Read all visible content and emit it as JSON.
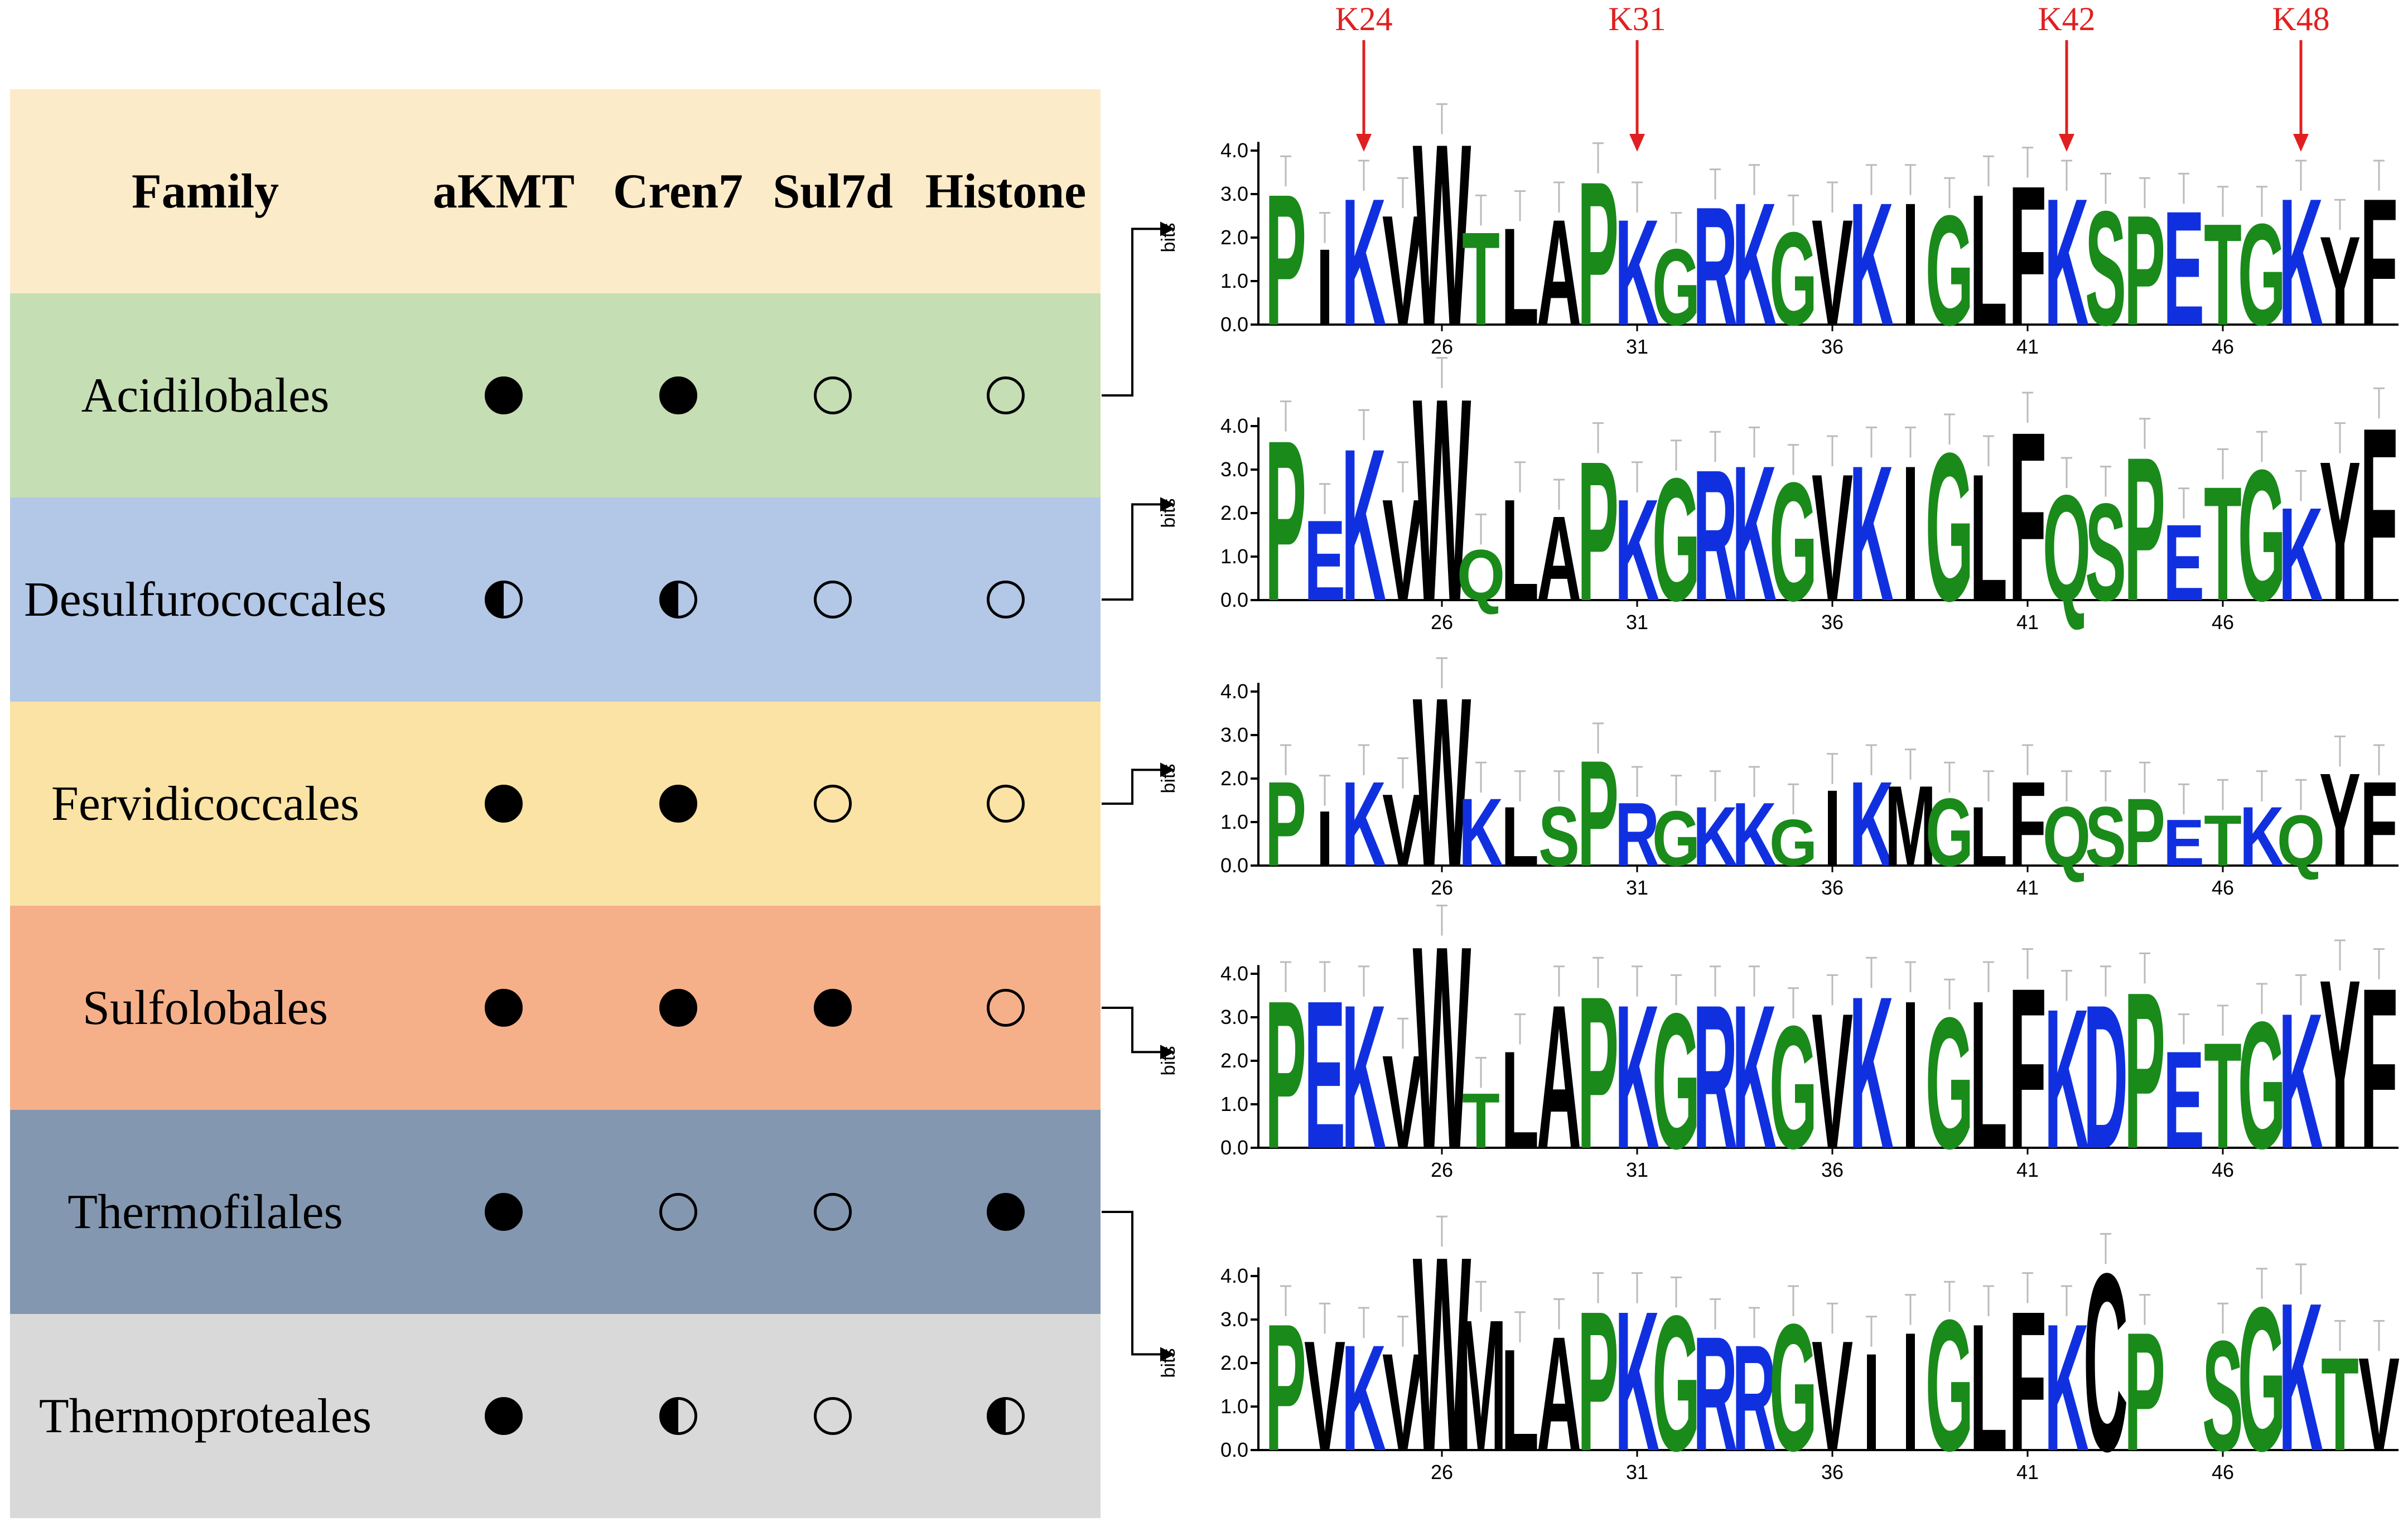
{
  "table": {
    "headers": [
      "Family",
      "aKMT",
      "Cren7",
      "Sul7d",
      "Histone"
    ],
    "rows": [
      {
        "family": "Acidilobales",
        "color": "#c5deb4",
        "marks": [
          "full",
          "full",
          "empty",
          "empty"
        ]
      },
      {
        "family": "Desulfurococcales",
        "color": "#b3c7e6",
        "marks": [
          "half",
          "half",
          "empty",
          "empty"
        ]
      },
      {
        "family": "Fervidicoccales",
        "color": "#fbe3a5",
        "marks": [
          "full",
          "full",
          "empty",
          "empty"
        ]
      },
      {
        "family": "Sulfolobales",
        "color": "#f5b08a",
        "marks": [
          "full",
          "full",
          "full",
          "empty"
        ]
      },
      {
        "family": "Thermofilales",
        "color": "#8497b0",
        "marks": [
          "full",
          "empty",
          "empty",
          "full"
        ]
      },
      {
        "family": "Thermoproteales",
        "color": "#d9d9d9",
        "marks": [
          "full",
          "half",
          "empty",
          "half"
        ]
      }
    ],
    "header_color": "#fcebc9"
  },
  "markers": [
    {
      "label": "K24",
      "position": 24
    },
    {
      "label": "K31",
      "position": 31
    },
    {
      "label": "K42",
      "position": 42
    },
    {
      "label": "K48",
      "position": 48
    }
  ],
  "logo": {
    "axis_label": "bits",
    "y_ticks": [
      "0.0",
      "1.0",
      "2.0",
      "3.0",
      "4.0"
    ],
    "x_ticks": [
      "26",
      "31",
      "36",
      "41",
      "46"
    ],
    "start_position": 22,
    "colors": {
      "hydrophobic": "#000000",
      "basic": "#1030e0",
      "polar": "#1a8a1a",
      "acidic": "#1030e0"
    },
    "logos": [
      {
        "consensus": "PIKVWTLAPKGRKGVKIGLFKSPETGKYF",
        "heights": [
          3.1,
          1.8,
          3.0,
          2.6,
          4.3,
          2.2,
          2.3,
          2.5,
          3.4,
          2.5,
          1.8,
          2.8,
          2.9,
          2.2,
          2.5,
          2.9,
          2.9,
          2.6,
          3.1,
          3.3,
          3.0,
          2.7,
          2.6,
          2.7,
          2.4,
          2.4,
          3.0,
          2.1,
          3.0
        ]
      },
      {
        "consensus": "PEKVWQLAPKGRKGVKIGLFQSPETGKYF",
        "heights": [
          3.8,
          1.9,
          3.6,
          2.4,
          4.8,
          1.2,
          2.4,
          2.0,
          3.3,
          2.4,
          2.9,
          3.1,
          3.2,
          2.8,
          3.0,
          3.2,
          3.2,
          3.5,
          3.0,
          4.0,
          2.5,
          2.3,
          3.4,
          1.8,
          2.7,
          3.1,
          2.2,
          3.3,
          4.1
        ]
      },
      {
        "consensus": "PIKVWKLSPRGKKGIKMGLFQSPETKQYF",
        "heights": [
          2.0,
          1.3,
          2.0,
          1.7,
          4.0,
          1.6,
          1.4,
          1.4,
          2.5,
          1.5,
          1.3,
          1.4,
          1.5,
          1.1,
          1.8,
          2.0,
          1.9,
          1.6,
          1.4,
          2.0,
          1.4,
          1.4,
          1.6,
          1.1,
          1.2,
          1.4,
          1.2,
          2.2,
          2.0
        ]
      },
      {
        "consensus": "PEKVWTLAPKGRKGVKIGLFKDPETGKYF",
        "heights": [
          3.5,
          3.5,
          3.4,
          2.2,
          4.8,
          1.3,
          2.3,
          3.4,
          3.6,
          3.4,
          3.2,
          3.4,
          3.4,
          2.9,
          3.2,
          3.6,
          3.5,
          3.1,
          3.5,
          3.8,
          3.3,
          3.4,
          3.7,
          2.3,
          2.5,
          3.0,
          3.2,
          4.0,
          3.8
        ]
      },
      {
        "consensus": "PVKVWMLAPKGRRGVIIGLFKCP SGKTV",
        "heights": [
          3.0,
          2.6,
          2.5,
          2.3,
          4.6,
          3.1,
          2.4,
          2.7,
          3.3,
          3.3,
          3.2,
          2.7,
          2.5,
          3.0,
          2.6,
          2.3,
          2.8,
          3.1,
          3.0,
          3.3,
          3.0,
          4.2,
          2.8,
          0,
          2.6,
          3.4,
          3.5,
          2.2,
          2.2
        ]
      }
    ]
  }
}
